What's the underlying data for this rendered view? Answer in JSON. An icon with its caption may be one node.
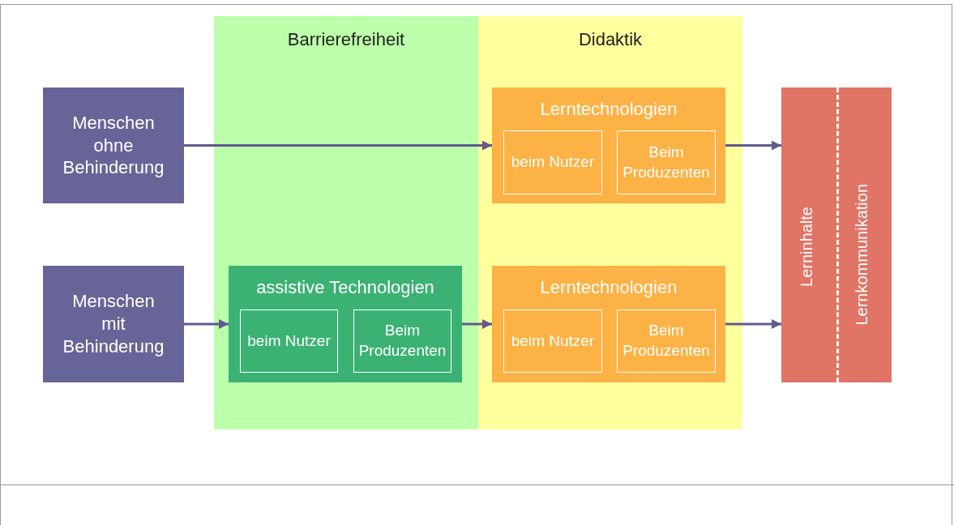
{
  "diagram": {
    "nodes": [
      {
        "text": [
          "Barrierefreiheit"
        ]
      },
      {
        "text": [
          "Didaktik"
        ]
      },
      {
        "text": [
          "Menschen ohne Behinderung"
        ]
      },
      {
        "text": [
          "Lerntechnologien"
        ],
        "in": 1
      },
      {
        "text": [
          "beim Nutzer"
        ],
        "in": 3
      },
      {
        "text": [
          "Beim Produzenten"
        ],
        "in": 3
      },
      {
        "text": [
          "Lerninhalte",
          "Lernkommunikation"
        ]
      },
      {
        "text": [
          "Menschen mit Behinderung"
        ]
      },
      {
        "text": [
          "assistive Technologien"
        ],
        "in": 0
      },
      {
        "text": [
          "beim Nutzer"
        ],
        "in": 8
      },
      {
        "text": [
          "Beim Produzenten"
        ],
        "in": 8
      },
      {
        "text": [
          "Lerntechnologien"
        ],
        "in": 1
      },
      {
        "text": [
          "beim Nutzer"
        ],
        "in": 11
      },
      {
        "text": [
          "Beim Produzenten"
        ],
        "in": 11
      }
    ],
    "edges": [
      {
        "from": 2,
        "to": 3,
        "arrow": "to"
      },
      {
        "from": 3,
        "to": 6,
        "arrow": "to"
      },
      {
        "from": 7,
        "to": 8,
        "arrow": "to"
      },
      {
        "from": 8,
        "to": 11,
        "arrow": "to"
      },
      {
        "from": 11,
        "to": 6,
        "arrow": "to"
      }
    ]
  }
}
